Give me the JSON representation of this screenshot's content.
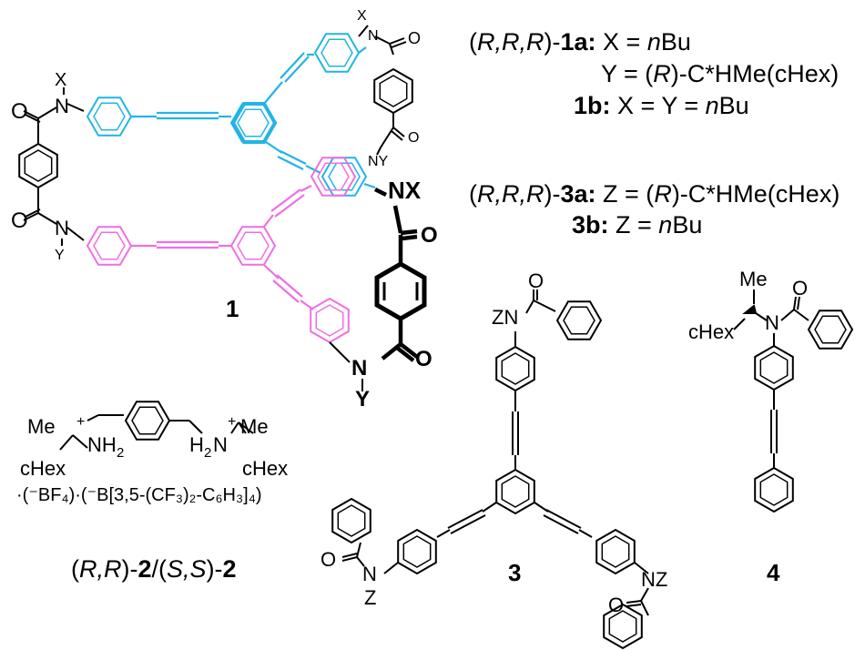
{
  "compound_1": {
    "number": "1",
    "legend": {
      "line1": {
        "stereo": "R,R,R",
        "compound": "1a",
        "text": "X = ",
        "italic": "n",
        "tail": "Bu"
      },
      "line2": {
        "text": "Y = (",
        "italic": "R",
        "tail": ")-C*HMe(cHex)"
      },
      "line3": {
        "compound": "1b",
        "text": "X = Y = ",
        "italic": "n",
        "tail": "Bu"
      }
    },
    "atoms": {
      "N": "N",
      "O": "O",
      "X": "X",
      "Y": "Y",
      "NX": "NX",
      "NY": "NY"
    }
  },
  "compound_3": {
    "number": "3",
    "legend": {
      "line1": {
        "stereo": "R,R,R",
        "compound": "3a",
        "text": "Z = (",
        "italic": "R",
        "tail": ")-C*HMe(cHex)"
      },
      "line2": {
        "compound": "3b",
        "text": "Z = ",
        "italic": "n",
        "tail": "Bu"
      }
    },
    "atoms": {
      "ZN": "ZN",
      "NZ": "NZ",
      "N": "N",
      "Z": "Z",
      "O": "O"
    }
  },
  "compound_2": {
    "label": {
      "first": "R,R",
      "num": "2",
      "sep": "/",
      "second": "S,S"
    },
    "groups": {
      "Me": "Me",
      "cHex": "cHex",
      "NH2": "NH",
      "H2N": "H",
      "H2N_N": "N",
      "sub2": "2",
      "plus": "+"
    },
    "counterions": "·(⁻BF₄)·(⁻B[3,5-(CF₃)₂-C₆H₃]₄)"
  },
  "compound_4": {
    "number": "4",
    "groups": {
      "Me": "Me",
      "cHex": "cHex",
      "N": "N",
      "O": "O"
    }
  },
  "colors": {
    "cyan": "#22B4E6",
    "magenta": "#EE6FE4",
    "black": "#000000"
  }
}
